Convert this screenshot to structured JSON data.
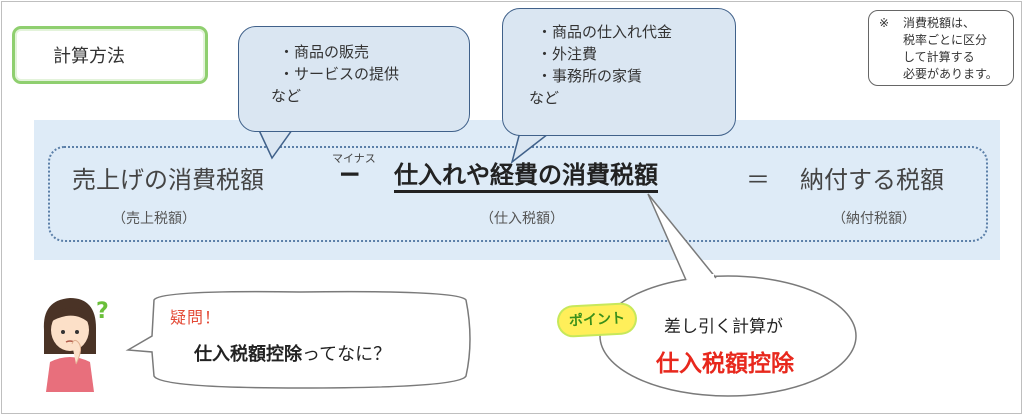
{
  "method_label": "計算方法",
  "note": {
    "mark": "※",
    "text": "消費税額は、\n税率ごとに区分\nして計算する\n必要があります。"
  },
  "bubble_sales": {
    "items": [
      "・商品の販売",
      "・サービスの提供"
    ],
    "tail": "など"
  },
  "bubble_purchase": {
    "items": [
      "・商品の仕入れ代金",
      "・外注費",
      "・事務所の家賃"
    ],
    "tail": "など"
  },
  "formula": {
    "sales_tax": "売上げの消費税額",
    "minus_ruby": "マイナス",
    "minus_sign": "−",
    "purchase_tax": "仕入れや経費の消費税額",
    "equals": "＝",
    "payable_tax": "納付する税額",
    "sub_sales": "（売上税額）",
    "sub_purchase": "（仕入税額）",
    "sub_payable": "（納付税額）"
  },
  "question": {
    "title": "疑問！",
    "body_bold": "仕入税額控除",
    "body_rest": "ってなに？"
  },
  "point": {
    "badge": "ポイント",
    "line1": "差し引く計算が",
    "line2": "仕入税額控除"
  },
  "colors": {
    "panel": "#deebf7",
    "bubble_fill": "#dae6f2",
    "bubble_border": "#40618a",
    "question_red": "#e34a36",
    "answer_red": "#e8281d",
    "method_border": "#8fcf6f"
  }
}
